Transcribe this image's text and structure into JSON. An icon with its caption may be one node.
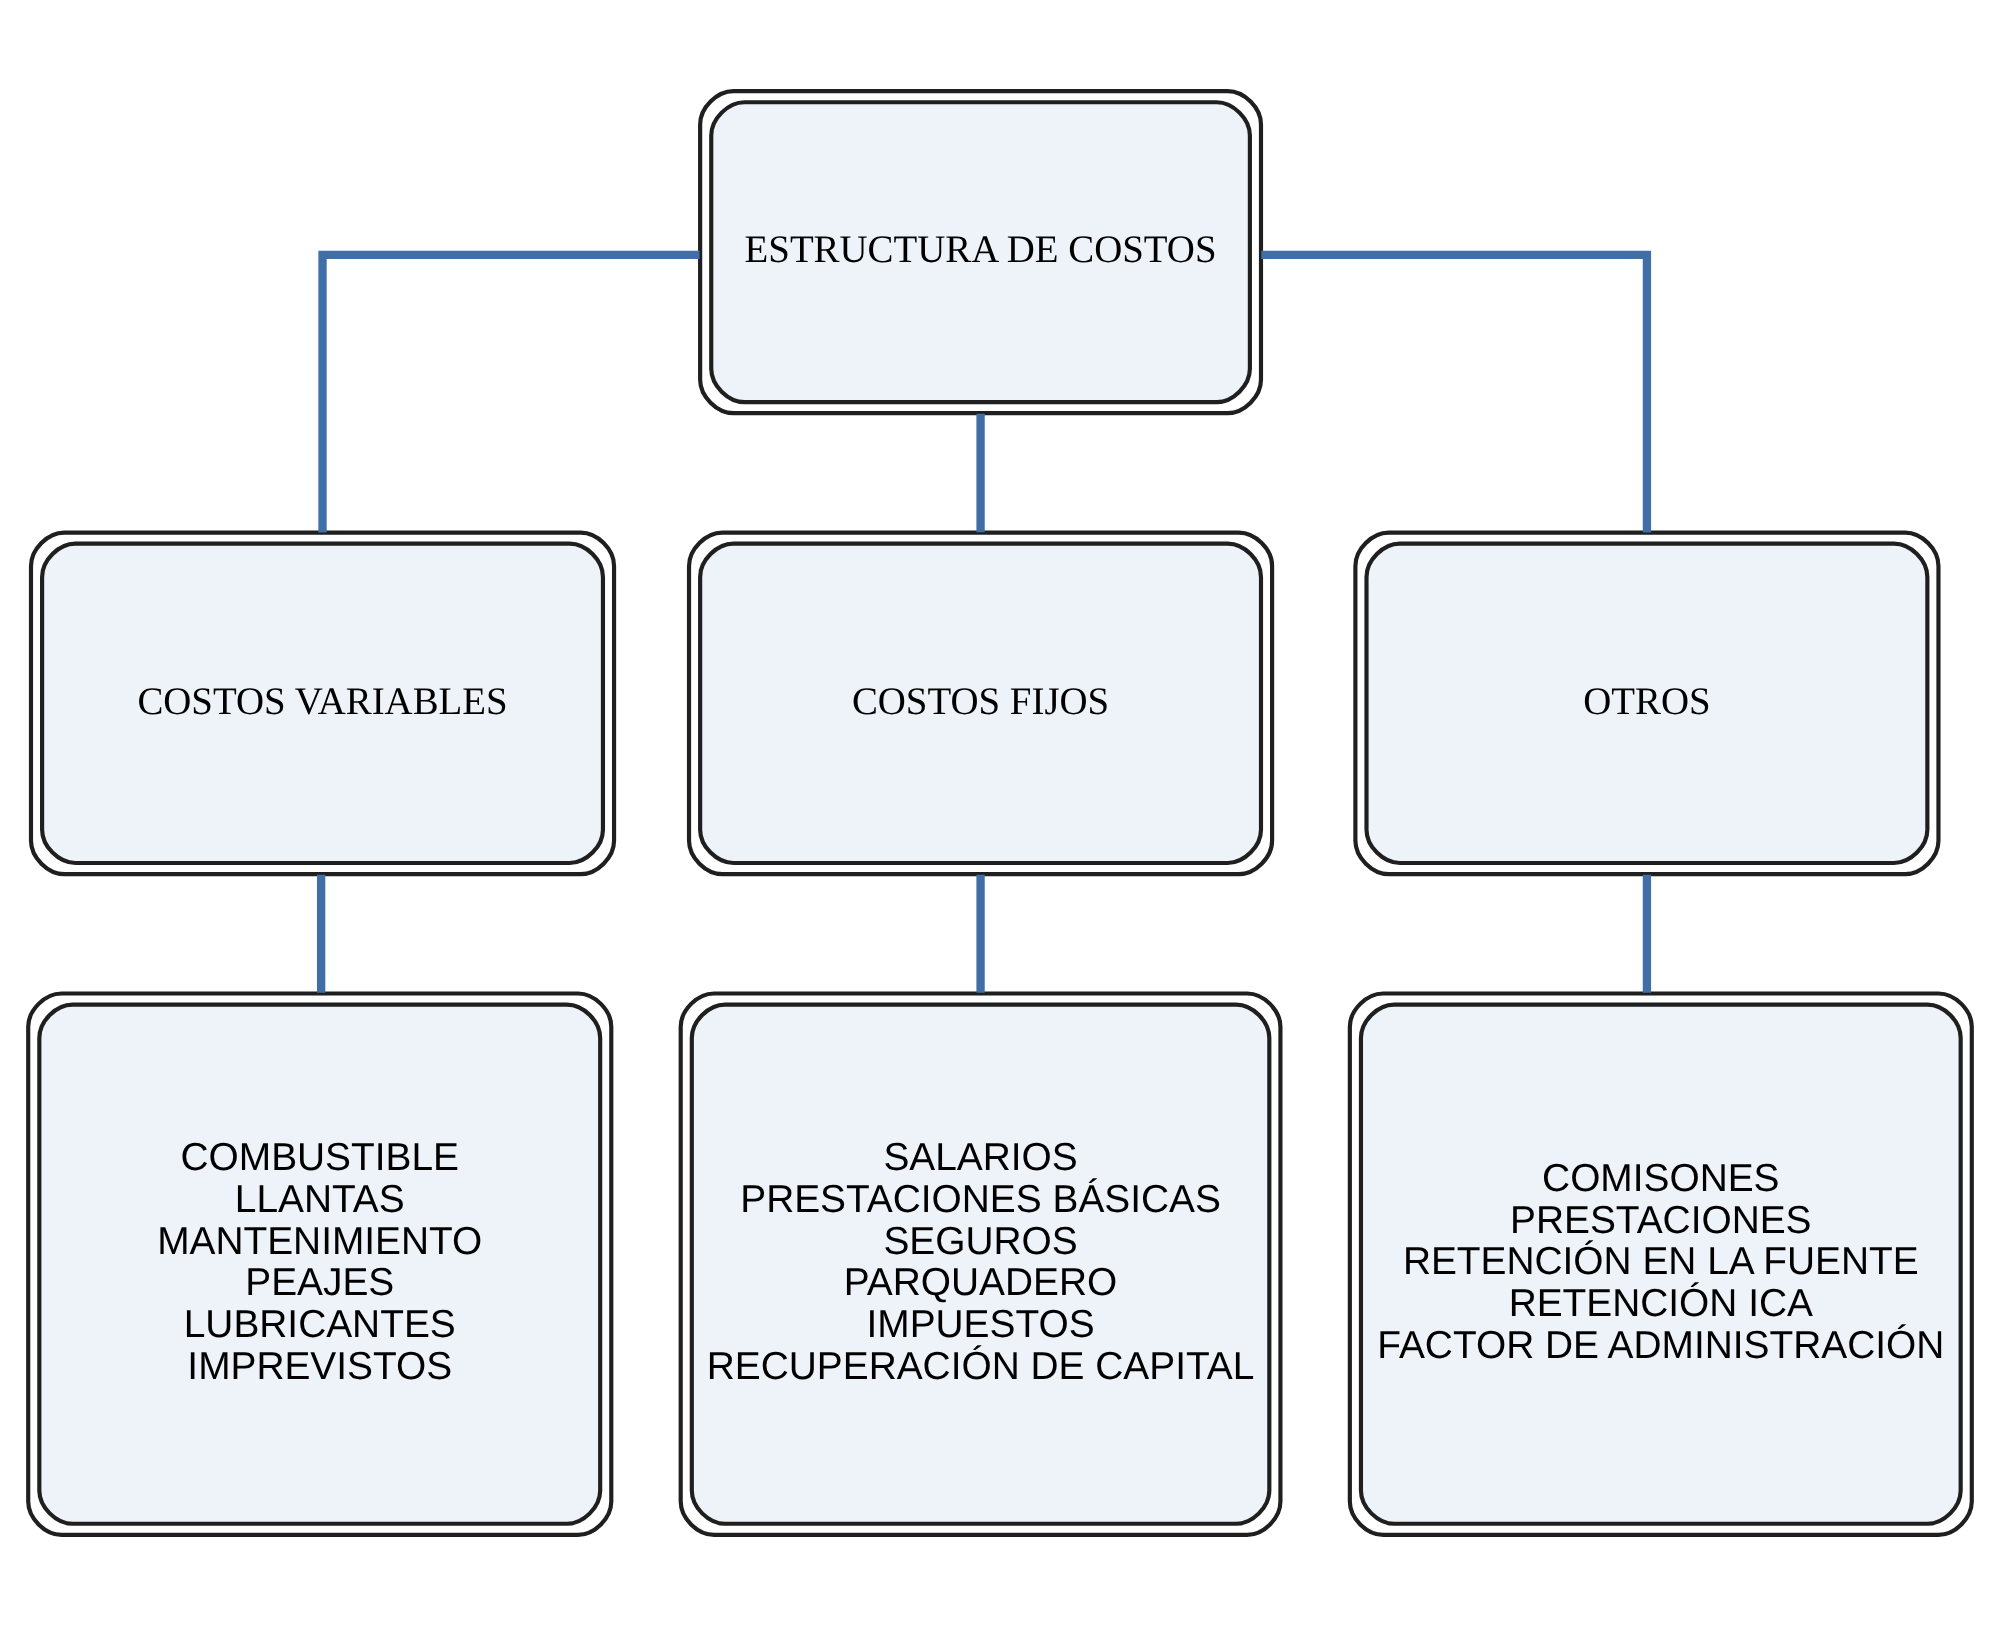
{
  "diagram": {
    "nodes": [
      {
        "text": [
          "ESTRUCTURA DE COSTOS"
        ]
      },
      {
        "text": [
          "COSTOS VARIABLES"
        ]
      },
      {
        "text": [
          "COSTOS FIJOS"
        ]
      },
      {
        "text": [
          "OTROS"
        ]
      },
      {
        "text": [
          "COMBUSTIBLE",
          "LLANTAS",
          "MANTENIMIENTO",
          "PEAJES",
          "LUBRICANTES",
          "IMPREVISTOS"
        ]
      },
      {
        "text": [
          "SALARIOS",
          "PRESTACIONES BÁSICAS",
          "SEGUROS",
          "PARQUADERO",
          "IMPUESTOS",
          "RECUPERACIÓN DE CAPITAL"
        ]
      },
      {
        "text": [
          "COMISONES",
          "PRESTACIONES",
          "RETENCIÓN EN LA FUENTE",
          "RETENCIÓN ICA",
          "FACTOR DE ADMINISTRACIÓN"
        ]
      }
    ],
    "edges": [
      {
        "from": 0,
        "to": 1,
        "arrow": "none"
      },
      {
        "from": 0,
        "to": 2,
        "arrow": "none"
      },
      {
        "from": 0,
        "to": 3,
        "arrow": "none"
      },
      {
        "from": 1,
        "to": 4,
        "arrow": "none"
      },
      {
        "from": 2,
        "to": 5,
        "arrow": "none"
      },
      {
        "from": 3,
        "to": 6,
        "arrow": "none"
      }
    ]
  }
}
